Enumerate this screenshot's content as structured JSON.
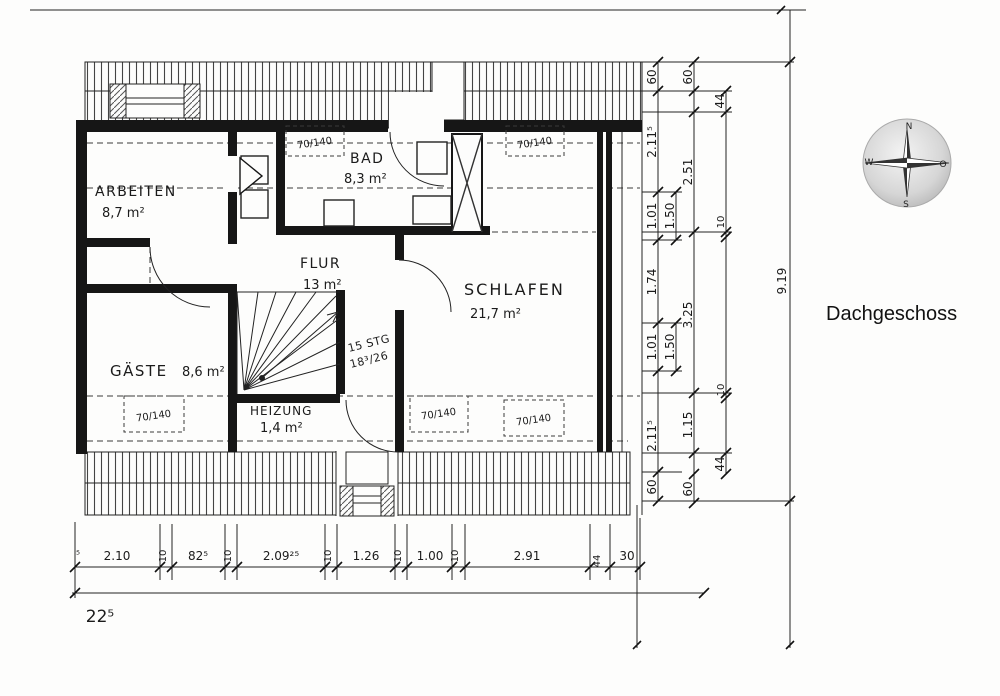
{
  "title": "Dachgeschoss",
  "compass": {
    "north": "N",
    "east": "O",
    "south": "S",
    "west": "W"
  },
  "rooms": {
    "arbeiten": {
      "name": "ARBEITEN",
      "area": "8,7 m²"
    },
    "bad": {
      "name": "BAD",
      "area": "8,3 m²"
    },
    "flur": {
      "name": "FLUR",
      "area": "13 m²"
    },
    "schlafen": {
      "name": "SCHLAFEN",
      "area": "21,7 m²"
    },
    "gaeste": {
      "name": "GÄSTE",
      "area": "8,6 m²"
    },
    "heizung": {
      "name": "HEIZUNG",
      "area": "1,4 m²"
    }
  },
  "stairs": {
    "count": "15 STG",
    "rise_run": "18³/26"
  },
  "windows": {
    "w1": "70/140",
    "w2": "70/140",
    "w3": "70/140",
    "w4": "70/140",
    "w5": "70/140"
  },
  "dim_right": {
    "t60a": "60",
    "t60b": "60",
    "t44": "44",
    "h2115a": "2.11⁵",
    "h251": "2.51",
    "h101a": "1.01",
    "h150a": "1.50",
    "h10a": "10",
    "h174": "1.74",
    "h325": "3.25",
    "h101b": "1.01",
    "h150b": "1.50",
    "h10b": "10",
    "h2115b": "2.11⁵",
    "h115": "1.15",
    "b44": "44",
    "b60a": "60",
    "b60b": "60",
    "total": "9.19"
  },
  "dim_bottom": {
    "s5": "⁵",
    "w210": "2.10",
    "t10a": "10",
    "w825": "82⁵",
    "t10b": "10",
    "w20925": "2.09²⁵",
    "t10c": "10",
    "w126": "1.26",
    "t10d": "10",
    "w100": "1.00",
    "t10e": "10",
    "w291": "2.91",
    "w44": "44",
    "w30": "30",
    "total": "22⁵"
  }
}
